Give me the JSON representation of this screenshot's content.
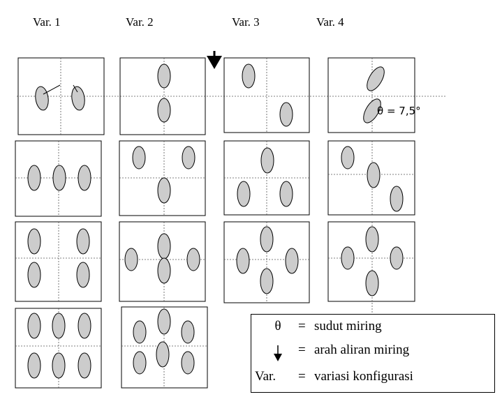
{
  "columns": [
    {
      "id": "var-1",
      "label": "Var. 1"
    },
    {
      "id": "var-2",
      "label": "Var.  2"
    },
    {
      "id": "var-3",
      "label": "Var.  3"
    },
    {
      "id": "var-4",
      "label": "Var. 4"
    }
  ],
  "angle_annotation": "θ = 7,5°",
  "flow_arrow": "down-arrow-icon",
  "legend": {
    "items": [
      {
        "symbol": "θ",
        "equals": "=",
        "text": "sudut miring"
      },
      {
        "symbol_icon": "down-arrow-icon",
        "equals": "=",
        "text": "arah aliran miring"
      },
      {
        "symbol": "Var.",
        "equals": "=",
        "text": "variasi konfigurasi"
      }
    ]
  },
  "colors": {
    "ellipse_fill": "#cccccc",
    "stroke": "#000000",
    "background": "#ffffff"
  }
}
